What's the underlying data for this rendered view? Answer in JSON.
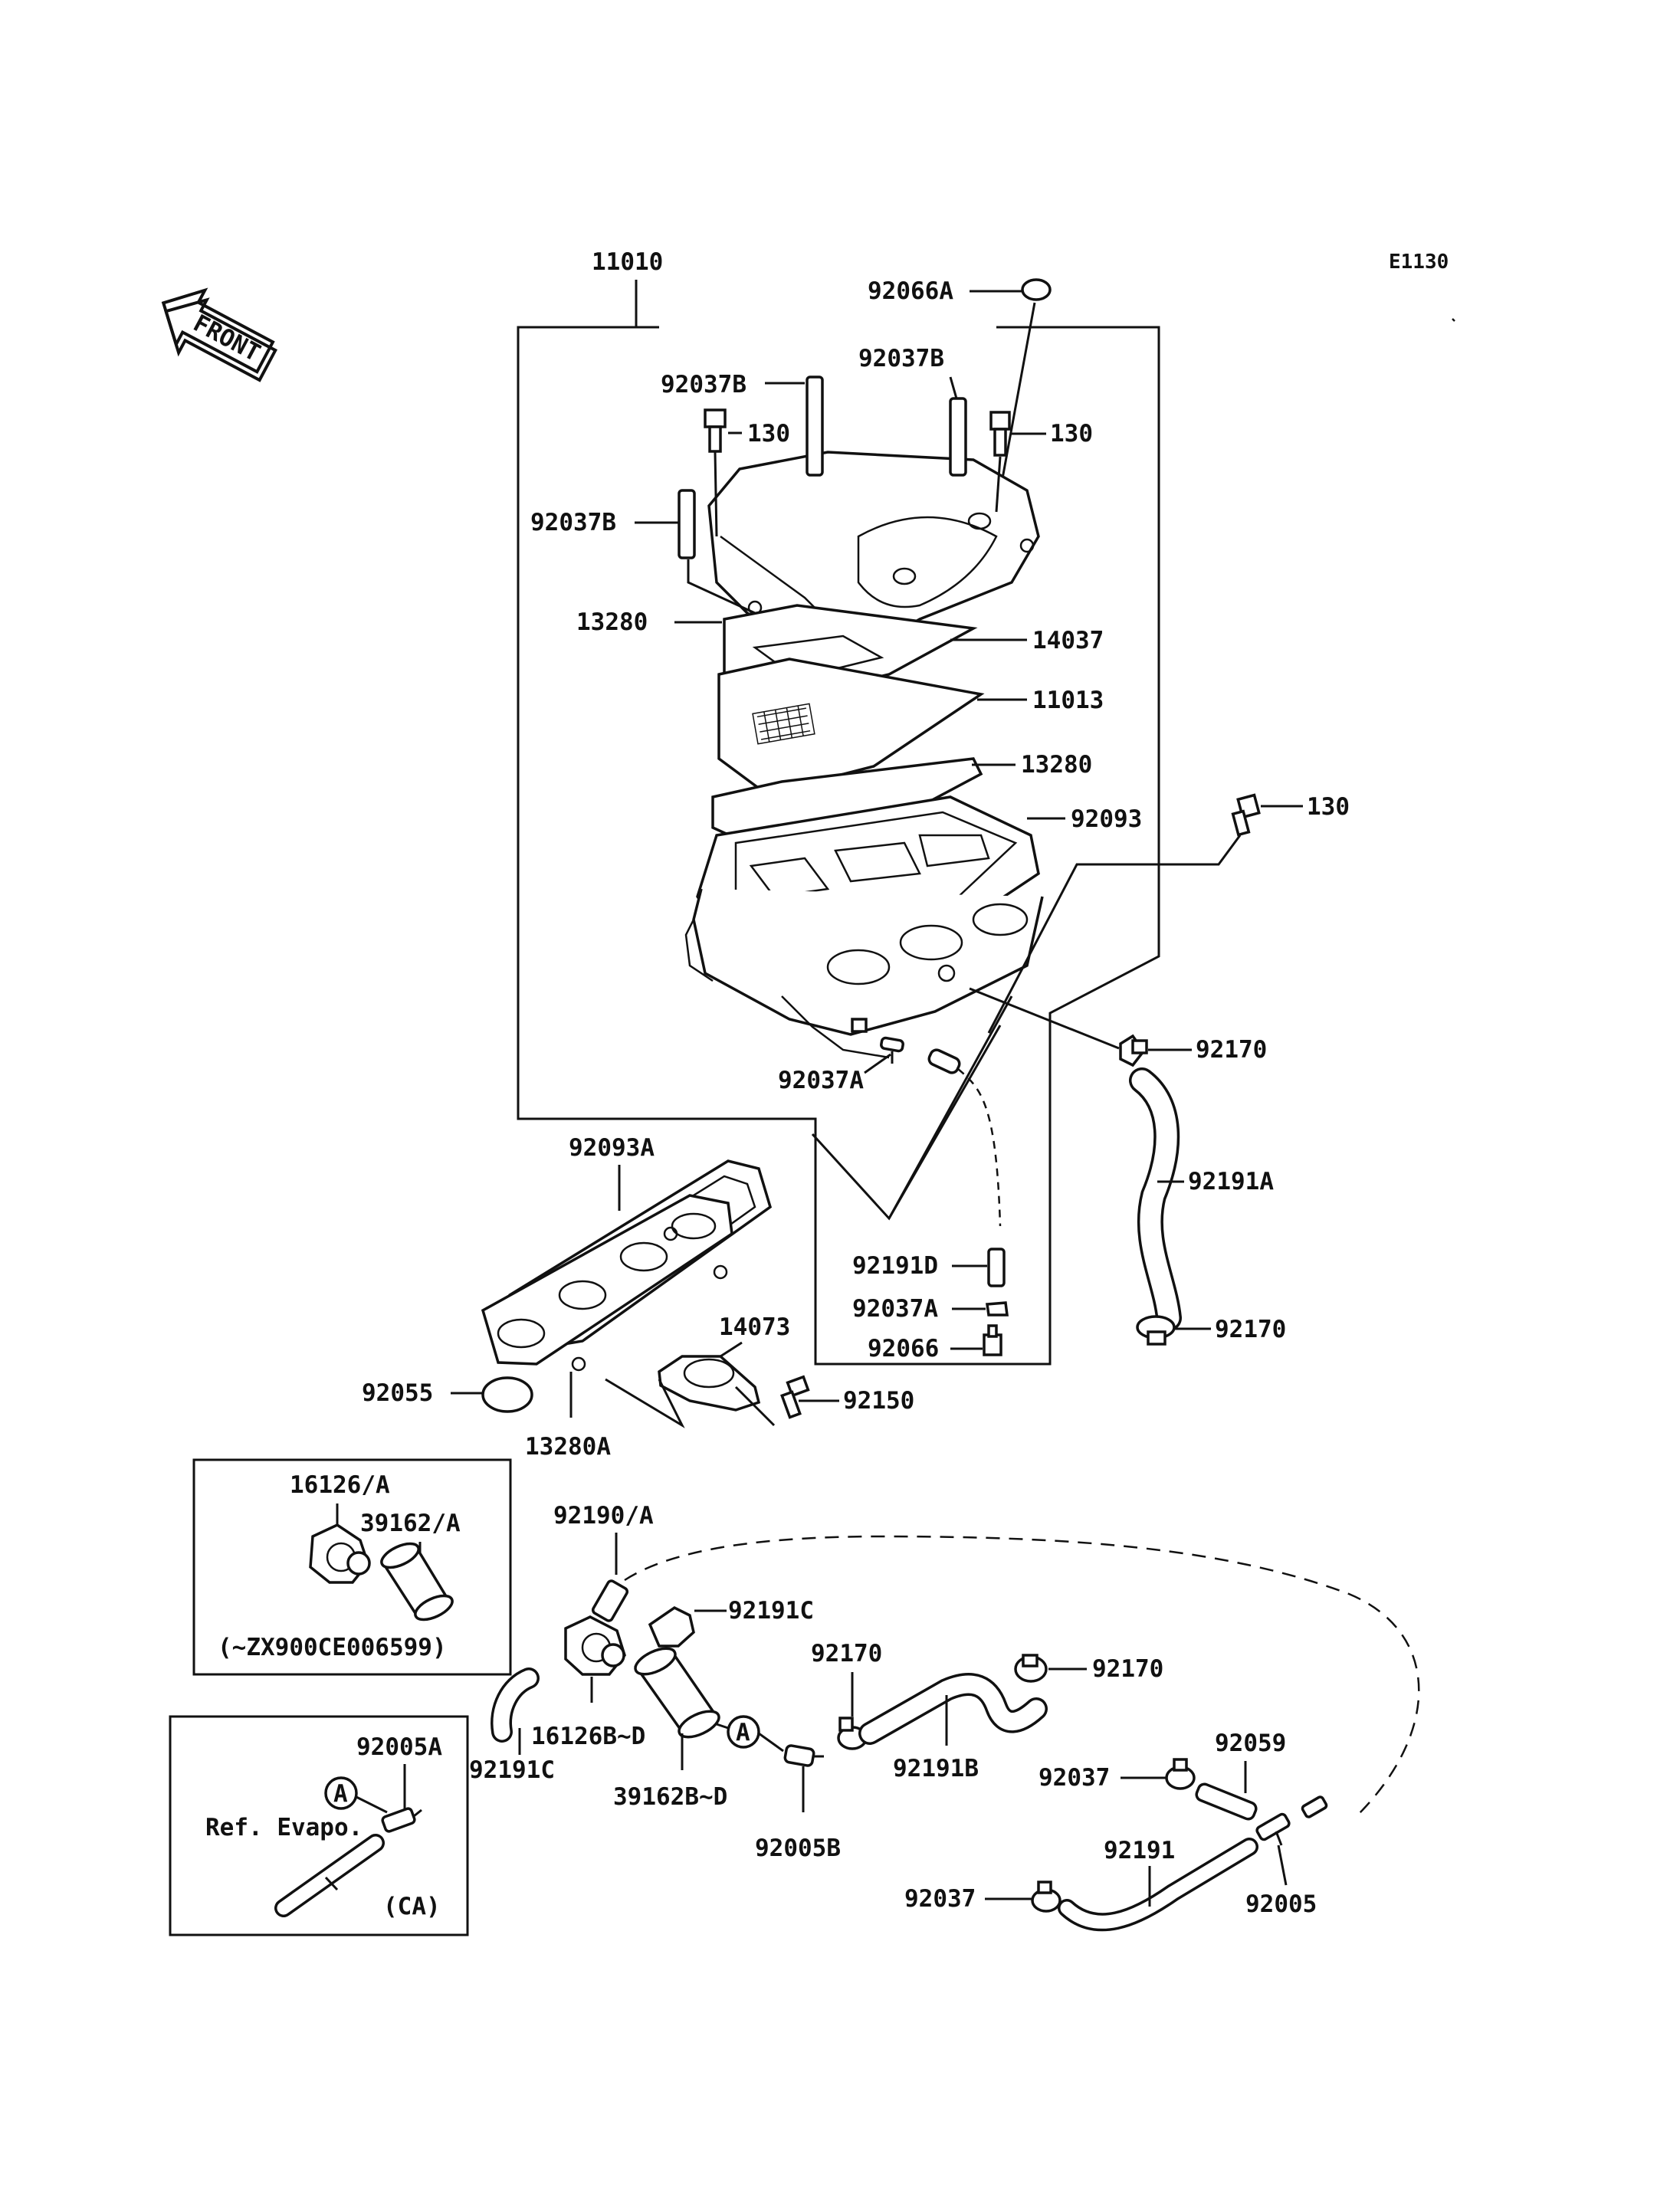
{
  "diagram_code": "E1130",
  "front_arrow_label": "FRONT",
  "labels": {
    "l11010": "11010",
    "l92066A": "92066A",
    "l92037B_1": "92037B",
    "l92037B_2": "92037B",
    "l92037B_3": "92037B",
    "l130_1": "130",
    "l130_2": "130",
    "l130_3": "130",
    "l13280_1": "13280",
    "l14037": "14037",
    "l11013": "11013",
    "l13280_2": "13280",
    "l92093": "92093",
    "l92170_1": "92170",
    "l92037A_1": "92037A",
    "l92093A": "92093A",
    "l92191A": "92191A",
    "l92191D": "92191D",
    "l92037A_2": "92037A",
    "l92066": "92066",
    "l92170_2": "92170",
    "l14073": "14073",
    "l92055": "92055",
    "l92150": "92150",
    "l13280A": "13280A",
    "l16126A": "16126/A",
    "l39162A": "39162/A",
    "l92190A": "92190/A",
    "l92191C_1": "92191C",
    "l92170_3": "92170",
    "l92170_4": "92170",
    "l16126BD": "16126B~D",
    "l92191C_2": "92191C",
    "l39162BD": "39162B~D",
    "l92191B": "92191B",
    "l92005A": "92005A",
    "l92059": "92059",
    "l92037_1": "92037",
    "l92005B": "92005B",
    "l92191": "92191",
    "l92037_2": "92037",
    "l92005": "92005",
    "ref_evapo": "Ref. Evapo.",
    "ca": "(CA)",
    "marker_a_1": "A",
    "marker_a_2": "A"
  },
  "inset_serial_range": "(~ZX900CE006599)"
}
